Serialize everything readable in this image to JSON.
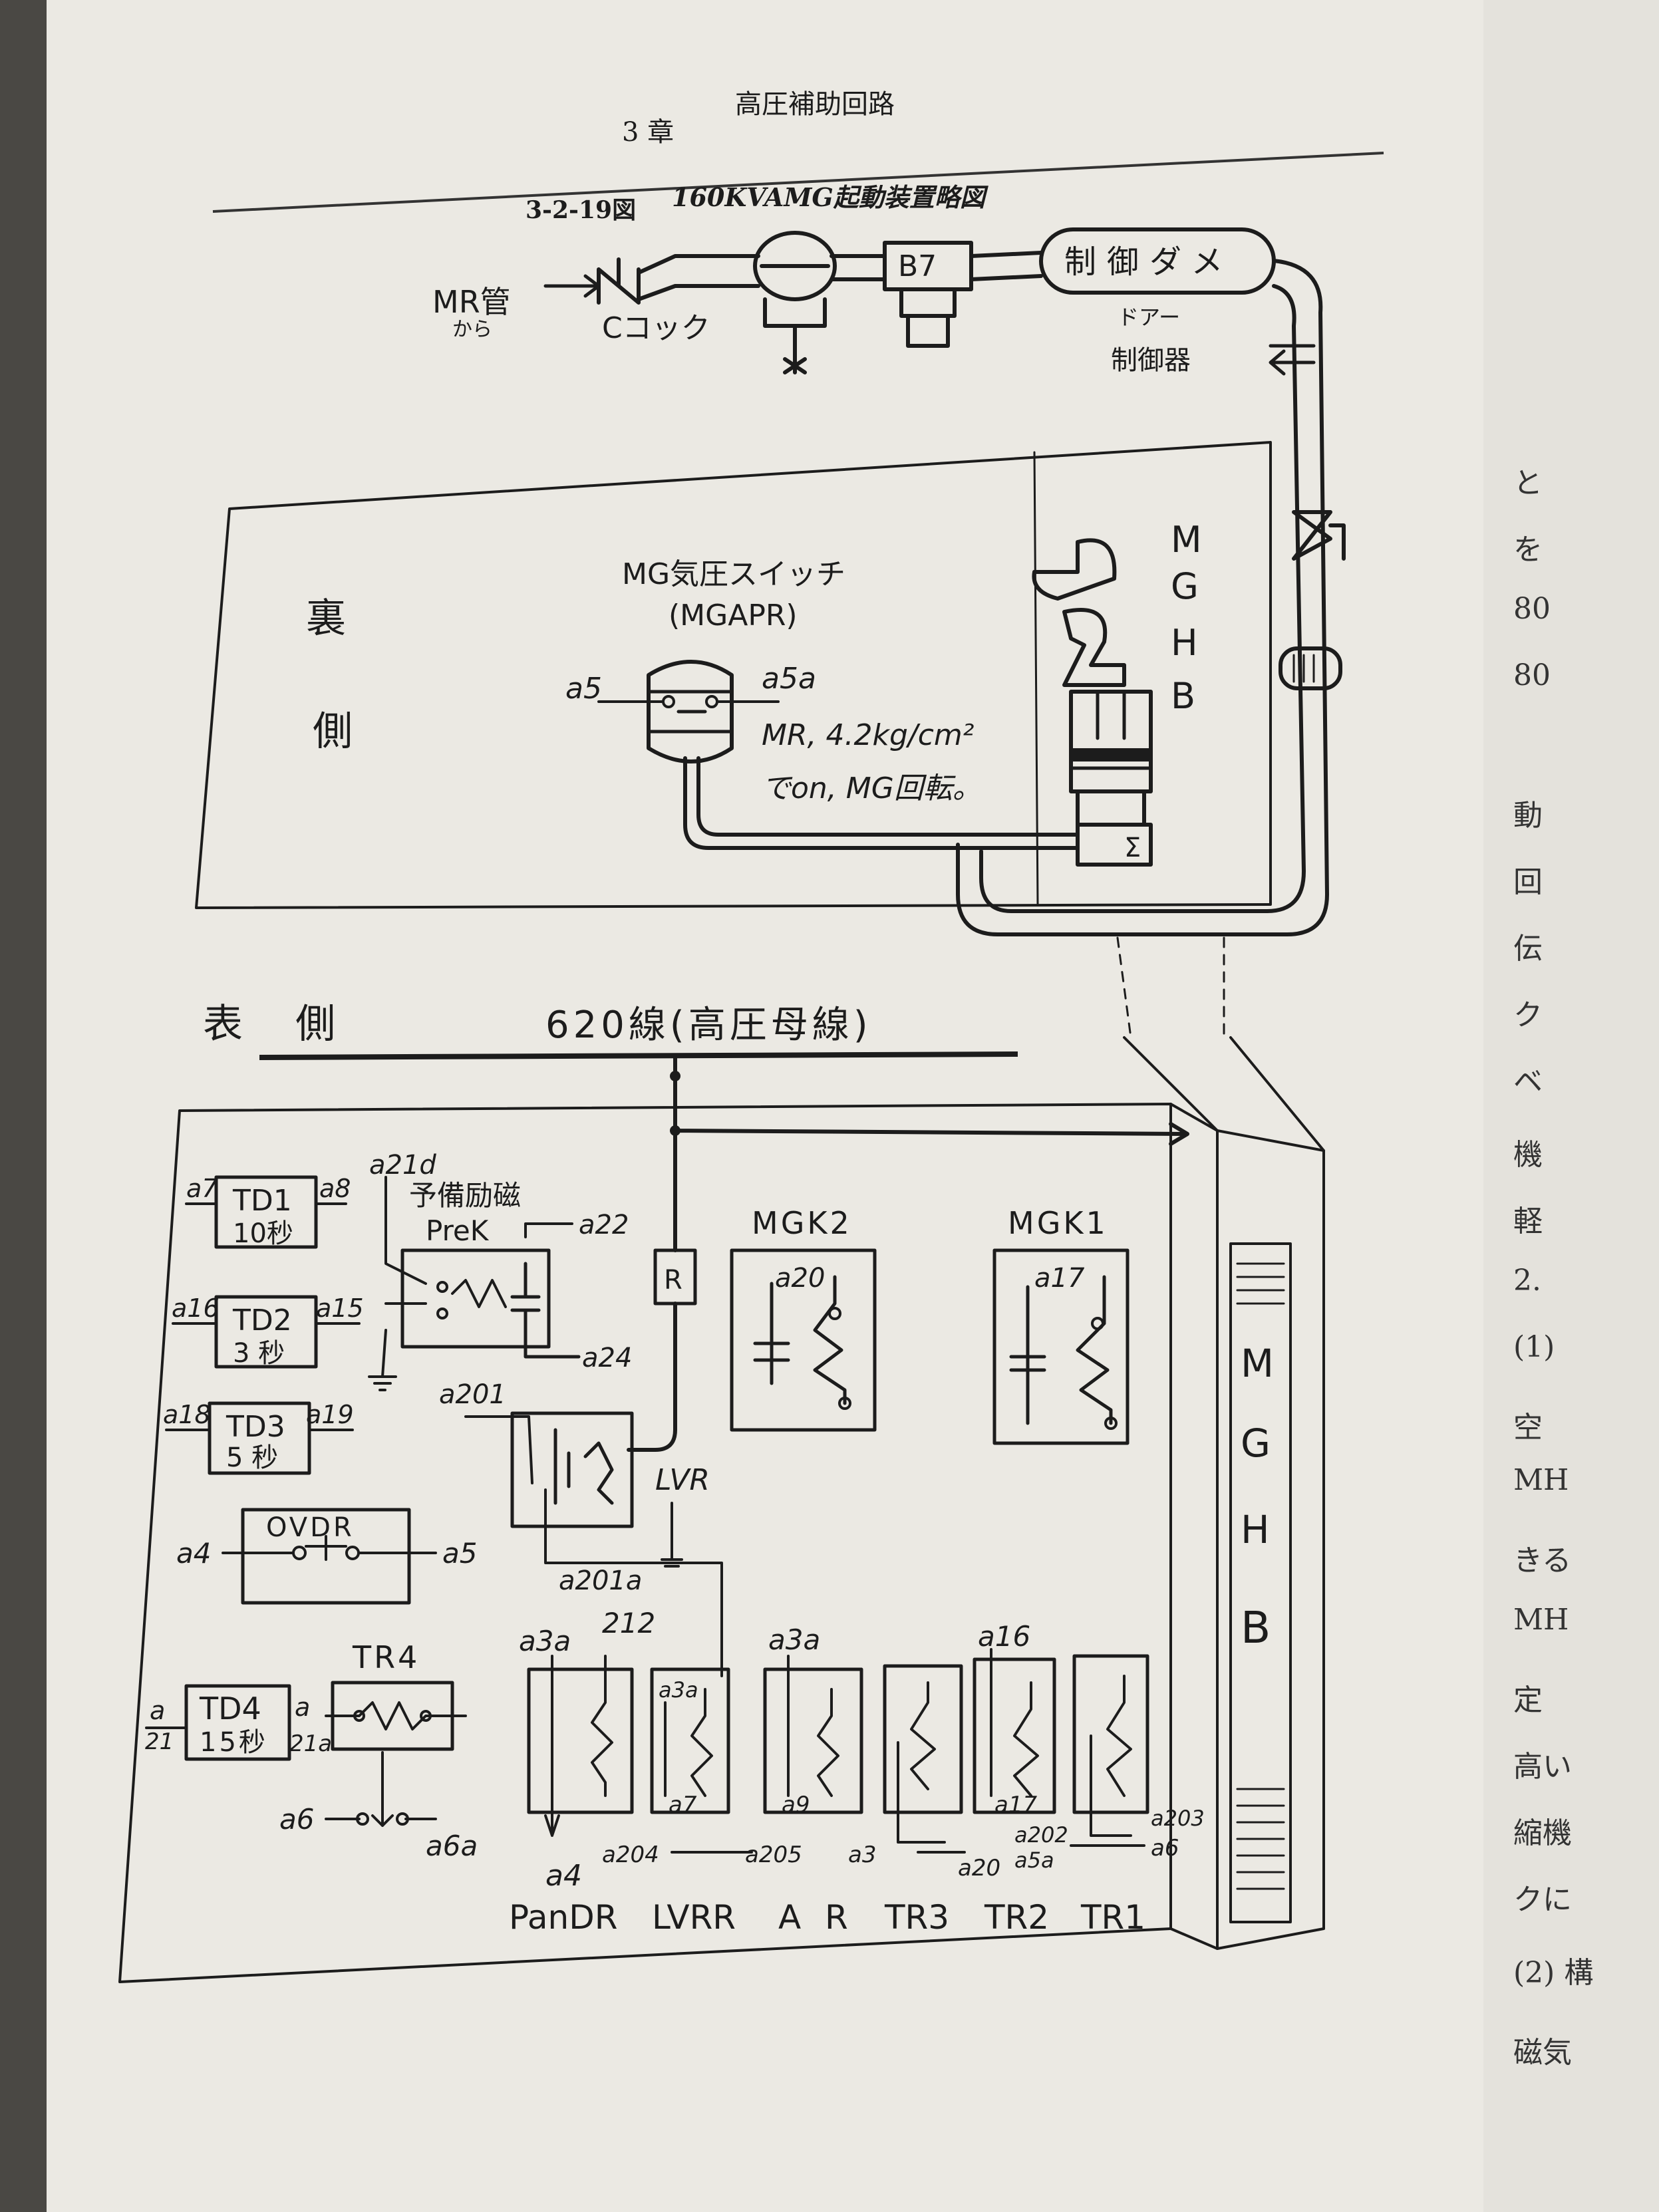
{
  "header": {
    "chapter": "3 章",
    "chapter_title": "高圧補助回路"
  },
  "figure": {
    "number": "3-2-19図",
    "title": "160KVAMG起動装置略図"
  },
  "air_system": {
    "mr_pipe": "MR管",
    "from": "から",
    "c_cock": "Cコック",
    "b7": "B7",
    "control_reservoir": "制御ダメ",
    "door_control_1": "ドアー",
    "door_control_2": "制御器"
  },
  "back_side": {
    "label_1": "裏",
    "label_2": "側",
    "mgapr_title": "MG気圧スイッチ",
    "mgapr_abbr": "(MGAPR)",
    "mgapr_left": "a5",
    "mgapr_right": "a5a",
    "mgapr_note_1": "MR, 4.2kg/cm²",
    "mgapr_note_2": "でon, MG回転。",
    "mghb_letters": [
      "M",
      "G",
      "H",
      "B"
    ]
  },
  "front_side": {
    "label": "表 側",
    "bus_line": "620線(高圧母線)",
    "timers": [
      {
        "left": "a7",
        "name": "TD1",
        "time": "10秒",
        "right": "a8"
      },
      {
        "left": "a16",
        "name": "TD2",
        "time": "3 秒",
        "right": "a15"
      },
      {
        "left": "a18",
        "name": "TD3",
        "time": "5 秒",
        "right": "a19"
      }
    ],
    "ovdr": {
      "name": "OVDR",
      "left": "a4",
      "right": "a5"
    },
    "td4": {
      "left_1": "a",
      "left_2": "21",
      "name": "TD4",
      "time": "15秒",
      "right_1": "a",
      "right_2": "21a"
    },
    "tr4": {
      "name": "TR4",
      "left": "a6",
      "right": "a6a"
    },
    "prek": {
      "top": "a21d",
      "title": "予備励磁",
      "name": "PreK",
      "right_top": "a22",
      "right_bottom": "a24"
    },
    "resistor": "R",
    "lvr": {
      "name": "LVR",
      "top": "a201",
      "bottom": "a201a"
    },
    "mgk2": {
      "name": "MGK2",
      "terminal": "a20"
    },
    "mgk1": {
      "name": "MGK1",
      "terminal": "a17"
    },
    "relay_top_labels": [
      "a3a",
      "212",
      "a3a",
      "a16"
    ],
    "relay_inner_labels": [
      "a3a",
      "a7",
      "a9",
      "a17"
    ],
    "relay_bottom_labels": [
      "a4",
      "a204",
      "a205",
      "a3",
      "a20",
      "a202",
      "a5a",
      "a203",
      "a6"
    ],
    "relay_names": [
      "PanDR",
      "LVRR",
      "A",
      "R",
      "TR3",
      "TR2",
      "TR1"
    ],
    "mghb_letters": [
      "M",
      "G",
      "H",
      "B"
    ]
  },
  "right_page": [
    "と",
    "を",
    "80",
    "80",
    "動",
    "回",
    "伝",
    "ク",
    "ベ",
    "機",
    "軽",
    "2.",
    "(1)",
    "空",
    "MH",
    "きる",
    "MH",
    "定",
    "高い",
    "縮機",
    "クに",
    "(2) 構",
    "磁気"
  ]
}
